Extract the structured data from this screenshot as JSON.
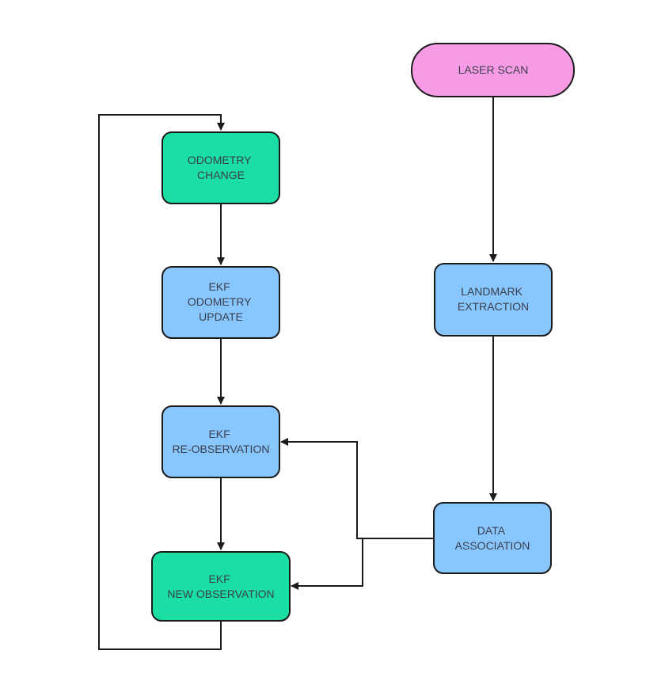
{
  "colors": {
    "green": "#1adea4",
    "blue": "#87c6ff",
    "pink": "#f79be6",
    "stroke": "#1a1a1a",
    "text": "#3a3f4a"
  },
  "nodes": {
    "laser_scan": {
      "lines": [
        "LASER SCAN"
      ]
    },
    "odometry_change": {
      "lines": [
        "ODOMETRY",
        "CHANGE"
      ]
    },
    "ekf_odometry_update": {
      "lines": [
        "EKF",
        "ODOMETRY",
        "UPDATE"
      ]
    },
    "landmark_extraction": {
      "lines": [
        "LANDMARK",
        "EXTRACTION"
      ]
    },
    "ekf_re_observation": {
      "lines": [
        "EKF",
        "RE-OBSERVATION"
      ]
    },
    "data_association": {
      "lines": [
        "DATA",
        "ASSOCIATION"
      ]
    },
    "ekf_new_observation": {
      "lines": [
        "EKF",
        "NEW OBSERVATION"
      ]
    }
  }
}
